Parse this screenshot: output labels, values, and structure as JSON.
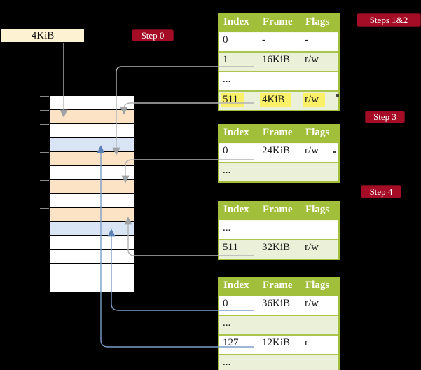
{
  "labels": {
    "page_size": "4KiB"
  },
  "badges": [
    {
      "key": "step0",
      "label": "Step 0"
    },
    {
      "key": "steps12",
      "label": "Steps 1&2"
    },
    {
      "key": "step3",
      "label": "Step 3"
    },
    {
      "key": "step4",
      "label": "Step 4"
    }
  ],
  "memory": {
    "description": "physical memory frame stack, one row per 4KiB frame",
    "frames": [
      "white",
      "peach",
      "white",
      "blue",
      "peach",
      "white",
      "peach",
      "white",
      "peach",
      "blue",
      "white",
      "white",
      "white",
      "white"
    ]
  },
  "tables": [
    {
      "title": "page-table-steps-1-2",
      "headers": [
        "Index",
        "Frame",
        "Flags"
      ],
      "rows": [
        [
          "0",
          "-",
          "-"
        ],
        [
          "1",
          "16KiB",
          "r/w"
        ],
        [
          "...",
          "",
          ""
        ],
        [
          "511",
          "4KiB",
          "r/w"
        ]
      ],
      "highlight_row": 3
    },
    {
      "title": "page-table-step-3",
      "headers": [
        "Index",
        "Frame",
        "Flags"
      ],
      "rows": [
        [
          "0",
          "24KiB",
          "r/w"
        ],
        [
          "...",
          "",
          ""
        ]
      ],
      "highlight_row": -1
    },
    {
      "title": "page-table-step-4",
      "headers": [
        "Index",
        "Frame",
        "Flags"
      ],
      "rows": [
        [
          "...",
          "",
          ""
        ],
        [
          "511",
          "32KiB",
          "r/w"
        ]
      ],
      "highlight_row": -1
    },
    {
      "title": "page-table-final",
      "headers": [
        "Index",
        "Frame",
        "Flags"
      ],
      "rows": [
        [
          "0",
          "36KiB",
          "r/w"
        ],
        [
          "...",
          "",
          ""
        ],
        [
          "127",
          "12KiB",
          "r"
        ],
        [
          "...",
          "",
          ""
        ]
      ],
      "highlight_row": -1
    }
  ],
  "arrows": [
    {
      "id": "ptbr-to-4kib",
      "from": "4KiB-pointer-box",
      "to": "frame-4KiB",
      "color": "gray"
    },
    {
      "id": "pd1-to-16kib",
      "from": "table1-entry-1",
      "to": "frame-16KiB",
      "color": "gray"
    },
    {
      "id": "pd511-to-4kib",
      "from": "table1-entry-511",
      "to": "frame-4KiB",
      "color": "gray"
    },
    {
      "id": "pt3-0-to-24kib",
      "from": "table2-entry-0",
      "to": "frame-24KiB",
      "color": "gray"
    },
    {
      "id": "pt4-511-to-32kib",
      "from": "table3-entry-511",
      "to": "frame-32KiB",
      "color": "gray"
    },
    {
      "id": "leaf-0-to-36kib",
      "from": "table4-entry-0",
      "to": "frame-36KiB",
      "color": "blue"
    },
    {
      "id": "leaf-127-to-12kib",
      "from": "table4-entry-127",
      "to": "frame-12KiB",
      "color": "blue"
    }
  ],
  "colors": {
    "table_green": "#a2bf3c",
    "table_row_green": "#ebf1d8",
    "badge_red": "#a50d26",
    "peach": "#fde3c5",
    "blue_row": "#d9e5f5",
    "highlight_yellow": "#fbf169",
    "connector_gray": "#b1b3b5",
    "connector_blue": "#7d9ec8",
    "cream": "#fdf3d3"
  }
}
